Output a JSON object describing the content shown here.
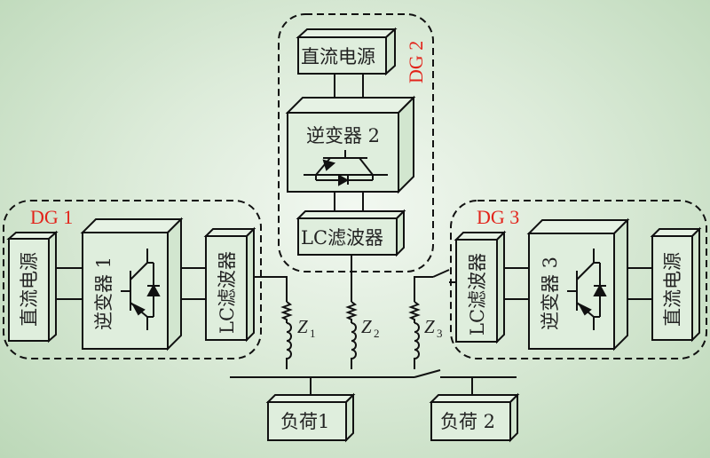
{
  "diagram": {
    "type": "microgrid-block-diagram",
    "background_colors": {
      "center": "#f2f8f1",
      "edge": "#bcd8b8"
    },
    "accent_color": "#e2231a",
    "dg1": {
      "label": "DG 1",
      "dc_source": "直流电源",
      "inverter": "逆变器 1",
      "filter": "LC滤波器"
    },
    "dg2": {
      "label": "DG 2",
      "dc_source": "直流电源",
      "inverter": "逆变器 2",
      "filter": "LC滤波器"
    },
    "dg3": {
      "label": "DG 3",
      "dc_source": "直流电源",
      "inverter": "逆变器 3",
      "filter": "LC滤波器"
    },
    "impedances": [
      {
        "symbol": "Z",
        "sub": "1"
      },
      {
        "symbol": "Z",
        "sub": "2"
      },
      {
        "symbol": "Z",
        "sub": "3"
      }
    ],
    "loads": [
      "负荷1",
      "负荷 2"
    ],
    "symbols": {
      "switch": "switch-icon",
      "igbt": "igbt-icon",
      "inductor": "inductor-icon"
    }
  }
}
